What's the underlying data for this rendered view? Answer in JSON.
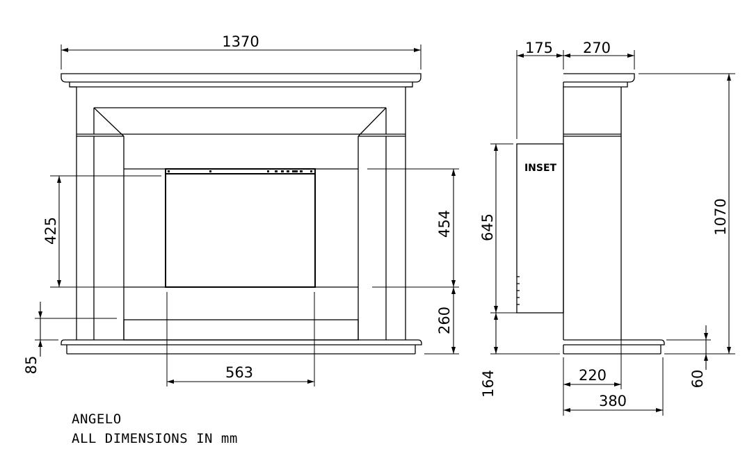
{
  "dimensions": {
    "overall_width": "1370",
    "dim_425": "425",
    "dim_454": "454",
    "dim_260": "260",
    "dim_85": "85",
    "dim_563": "563",
    "dim_175": "175",
    "dim_270": "270",
    "dim_645": "645",
    "dim_1070": "1070",
    "dim_164": "164",
    "dim_220": "220",
    "dim_380": "380",
    "dim_60": "60"
  },
  "labels": {
    "inset": "INSET"
  },
  "caption": {
    "name": "ANGELO",
    "units": "ALL DIMENSIONS IN mm"
  }
}
